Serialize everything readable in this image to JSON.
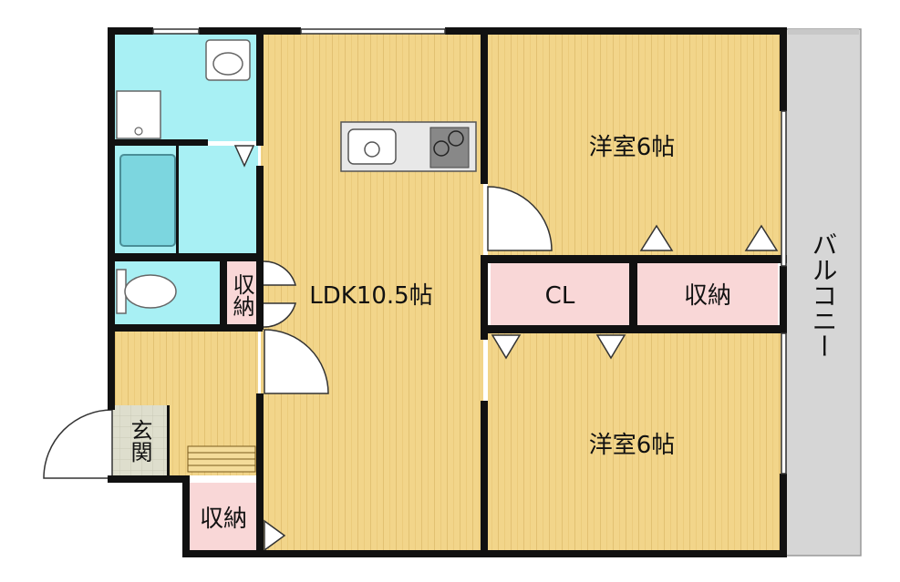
{
  "rooms": {
    "western_room_1": "洋室6帖",
    "western_room_2": "洋室6帖",
    "ldk": "LDK10.5帖",
    "closet_cl": "CL",
    "storage_top": "収納",
    "storage_small": "収納",
    "storage_bottom": "収納",
    "entrance": "玄関",
    "balcony": "バルコニー"
  },
  "colors": {
    "wood_floor": "#f2d58a",
    "wood_stripe": "#e6c575",
    "wet_area": "#a8f0f4",
    "storage_pink": "#f9d7d7",
    "entrance_tile": "#d9d9c8",
    "balcony_gray": "#d6d6d6",
    "wall": "#111111"
  }
}
